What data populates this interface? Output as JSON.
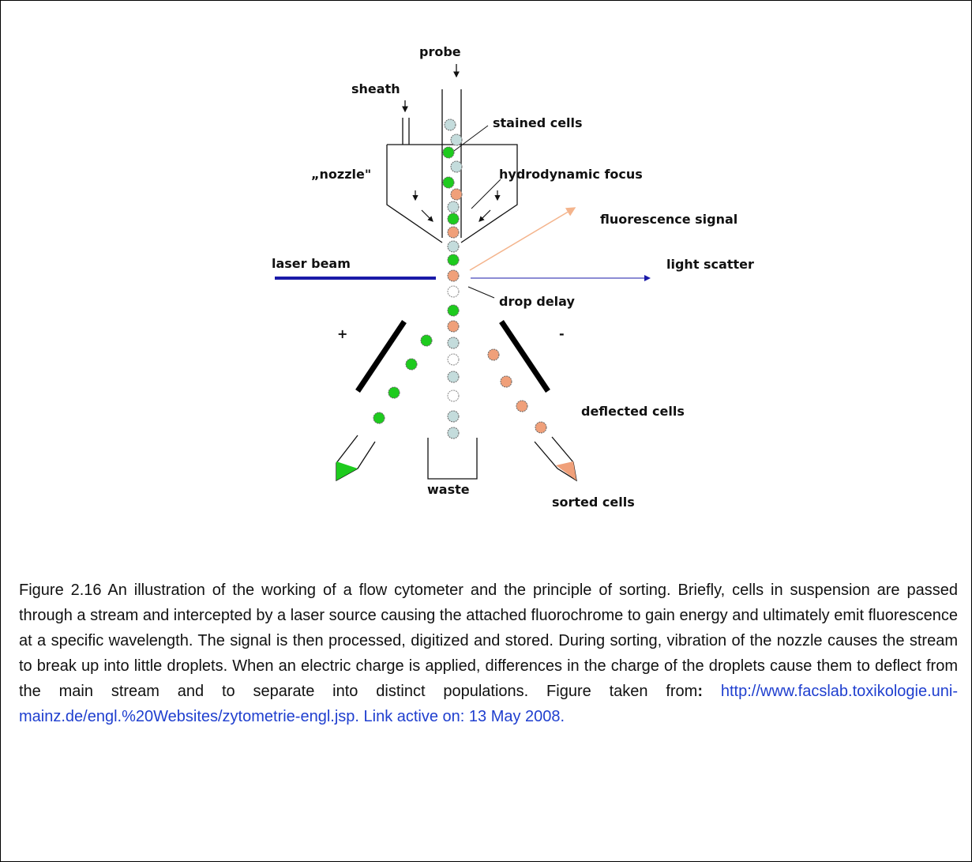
{
  "diagram": {
    "labels": {
      "probe": "probe",
      "sheath": "sheath",
      "stained_cells": "stained cells",
      "nozzle": "„nozzle\"",
      "hydrodynamic_focus": "hydrodynamic focus",
      "fluorescence_signal": "fluorescence signal",
      "laser_beam": "laser beam",
      "light_scatter": "light scatter",
      "drop_delay": "drop delay",
      "plus": "+",
      "minus": "-",
      "deflected_cells": "deflected cells",
      "waste": "waste",
      "sorted_cells": "sorted cells"
    },
    "colors": {
      "green_cell": "#1ecb1e",
      "orange_cell": "#f0a07a",
      "blue_cell": "#c4dcdc",
      "laser": "#1a1aa8",
      "fluorescence": "#f4b48c",
      "link": "#1f3fcf"
    }
  },
  "caption": {
    "text": "Figure 2.16 An illustration of the working of a flow cytometer and the principle of sorting. Briefly, cells in suspension are passed through a stream and intercepted by a laser source causing the attached fluorochrome to gain energy and ultimately emit fluorescence at a specific wavelength. The signal is then processed, digitized and stored. During sorting, vibration of the nozzle causes the stream to break up into little droplets. When an electric charge is applied, differences in the charge of the droplets cause them to deflect from the main stream and to separate into distinct populations. Figure taken from",
    "colon": ":",
    "link": "http://www.facslab.toxikologie.uni-mainz.de/engl.%20Websites/zytometrie-engl.jsp. Link active on: 13 May 2008."
  }
}
